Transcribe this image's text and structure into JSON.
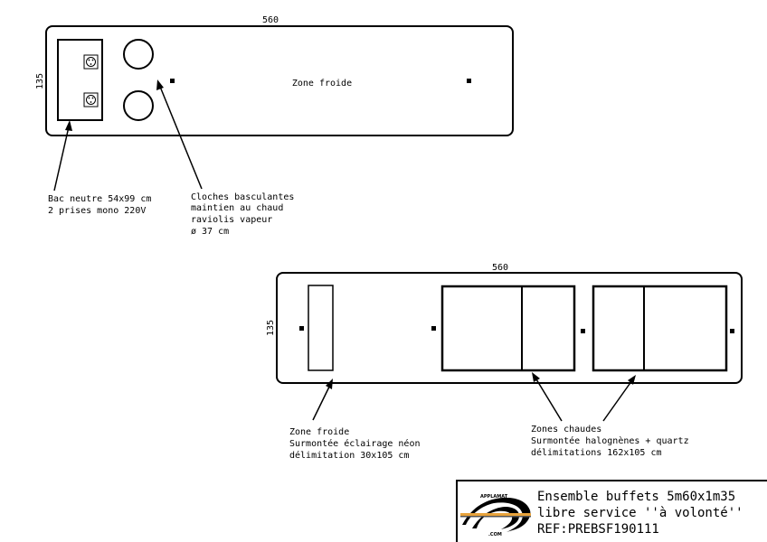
{
  "top_table": {
    "width_label": "560",
    "height_label": "135",
    "zone_label": "Zone froide"
  },
  "bottom_table": {
    "width_label": "560",
    "height_label": "135"
  },
  "annotations": {
    "bac": [
      "Bac neutre 54x99 cm",
      "2 prises mono 220V"
    ],
    "cloches": [
      "Cloches basculantes",
      "maintien au chaud",
      "raviolis vapeur",
      "ø 37 cm"
    ],
    "zone_froide": [
      "Zone froide",
      "Surmontée éclairage néon",
      "délimitation 30x105 cm"
    ],
    "zones_chaudes": [
      "Zones chaudes",
      "Surmontée halognènes + quartz",
      "délimitations 162x105 cm"
    ]
  },
  "title_block": {
    "lines": [
      "Ensemble buffets 5m60x1m35",
      "libre service ''à volonté''",
      "REF:PREBSF190111"
    ],
    "logo_top": "APPLAMAT",
    "logo_bottom": ".COM"
  }
}
